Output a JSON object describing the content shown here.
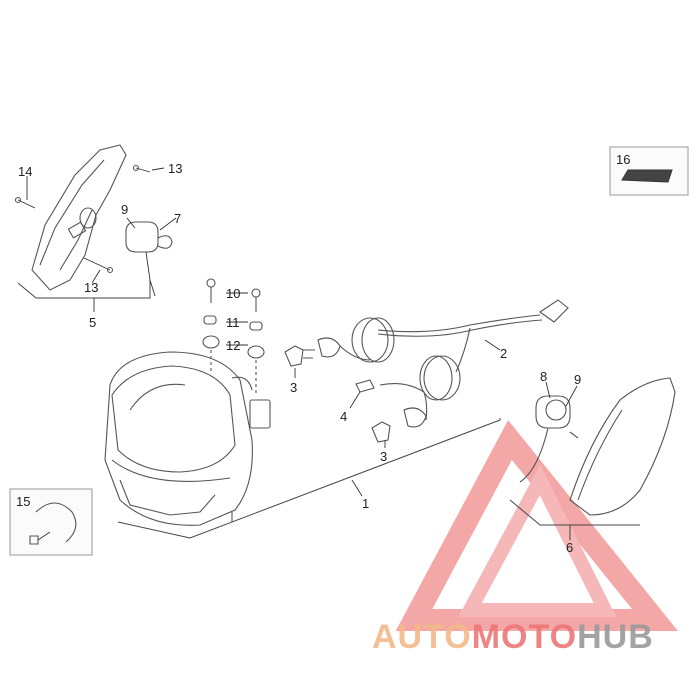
{
  "callouts": {
    "c1": "1",
    "c2": "2",
    "c3a": "3",
    "c3b": "3",
    "c4": "4",
    "c5": "5",
    "c6": "6",
    "c7": "7",
    "c8": "8",
    "c9a": "9",
    "c9b": "9",
    "c10": "10",
    "c11": "11",
    "c12": "12",
    "c13a": "13",
    "c13b": "13",
    "c14": "14",
    "c15": "15",
    "c16": "16"
  },
  "watermark": {
    "part1": "AUTO",
    "part2": "MOTO",
    "part3": "HUB",
    "colors": {
      "orange": "#f5b98a",
      "red": "#ee7777",
      "gray": "#9a9a9a"
    }
  },
  "icons": [
    "headlight-assembly-icon",
    "wiring-harness-icon",
    "bulb-icon",
    "turn-signal-icon",
    "screw-icon",
    "grommet-icon",
    "cable-clamp-icon",
    "sticker-icon",
    "logo-triangle-icon"
  ]
}
